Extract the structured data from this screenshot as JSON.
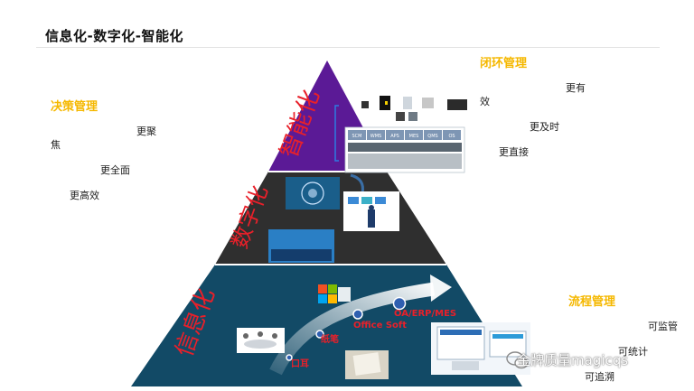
{
  "title": "信息化-数字化-智能化",
  "colors": {
    "top": "#5b1a96",
    "middle": "#2f2f2f",
    "bottom": "#124a66",
    "heading": "#f5b800",
    "pyramid_text": "#e8202a"
  },
  "pyramid": {
    "top_label": "智能化",
    "middle_label": "数字化",
    "bottom_label": "信息化",
    "path_labels": [
      "口耳",
      "纸笔",
      "Office Soft",
      "OA/ERP/MES"
    ],
    "panel_tags": [
      "SCM",
      "WMS",
      "APS",
      "MES",
      "QMS",
      "OS"
    ]
  },
  "left_block": {
    "heading": "决策管理",
    "items": [
      "更聚",
      "焦",
      "更全面",
      "更高效"
    ]
  },
  "right_top_block": {
    "heading": "闭环管理",
    "items": [
      "更有",
      "效",
      "更及时",
      "更直接"
    ]
  },
  "right_bottom_block": {
    "heading": "流程管理",
    "items": [
      "可监管",
      "可统计",
      "可追溯"
    ]
  },
  "watermark": {
    "text": "金牌质量magicqs",
    "icon": "wechat-icon"
  }
}
